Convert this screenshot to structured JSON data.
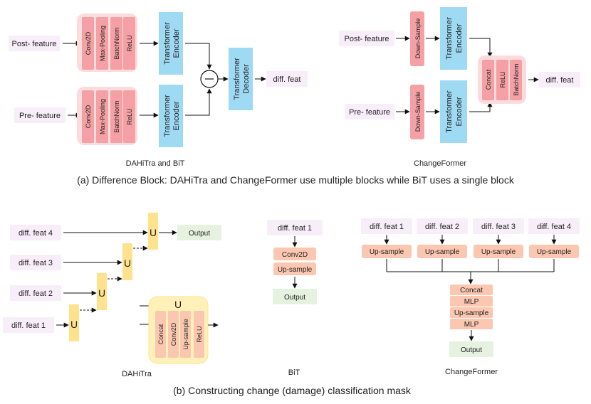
{
  "colors": {
    "input_box": "#f8eef9",
    "op_red": "#f4a0a4",
    "op_red_group": "#fbdcdc",
    "transformer": "#9fdaf4",
    "output_green": "#e6f2df",
    "u_yellow": "#ffe38c",
    "u_group": "#fff1b8",
    "salmon": "#fbc7b0",
    "arrow": "#111111"
  },
  "top": {
    "dahitra_bit": {
      "post_feature": "Post- feature",
      "pre_feature": "Pre- feature",
      "ops": [
        "Conv2D",
        "Max-Pooling",
        "BatchNorm",
        "ReLU"
      ],
      "transformer_encoder": [
        "Transformer",
        "Encoder"
      ],
      "transformer_decoder": [
        "Transformer",
        "Decoder"
      ],
      "output": "diff. feat",
      "label": "DAHiTra and BiT"
    },
    "changeformer": {
      "post_feature": "Post- feature",
      "pre_feature": "Pre- feature",
      "down_sample": "Down-Sample",
      "transformer_encoder": [
        "Transformer",
        "Encoder"
      ],
      "ops": [
        "Concat",
        "ReLU",
        "BatchNorm"
      ],
      "output": "diff. feat",
      "label": "ChangeFormer"
    },
    "caption": "(a) Difference Block: DAHiTra and ChangeFormer use multiple blocks while BiT uses a single block"
  },
  "bottom": {
    "dahitra": {
      "inputs": [
        "diff. feat 4",
        "diff. feat 3",
        "diff. feat 2",
        "diff. feat 1"
      ],
      "u": "U",
      "output": "Output",
      "detail_title": "U",
      "detail_ops": [
        "Concat",
        "Conv2D",
        "Up-sample",
        "ReLU"
      ],
      "label": "DAHiTra"
    },
    "bit": {
      "input": "diff. feat 1",
      "ops": [
        "Conv2D",
        "Up-sample"
      ],
      "output": "Output",
      "label": "BiT"
    },
    "changeformer": {
      "inputs": [
        "diff. feat 1",
        "diff. feat 2",
        "diff. feat 3",
        "diff. feat 4"
      ],
      "upsample": "Up-sample",
      "stack": [
        "Concat",
        "MLP",
        "Up-sample",
        "MLP"
      ],
      "output": "Output",
      "label": "ChangeFormer"
    },
    "caption": "(b) Constructing change (damage) classification mask"
  }
}
